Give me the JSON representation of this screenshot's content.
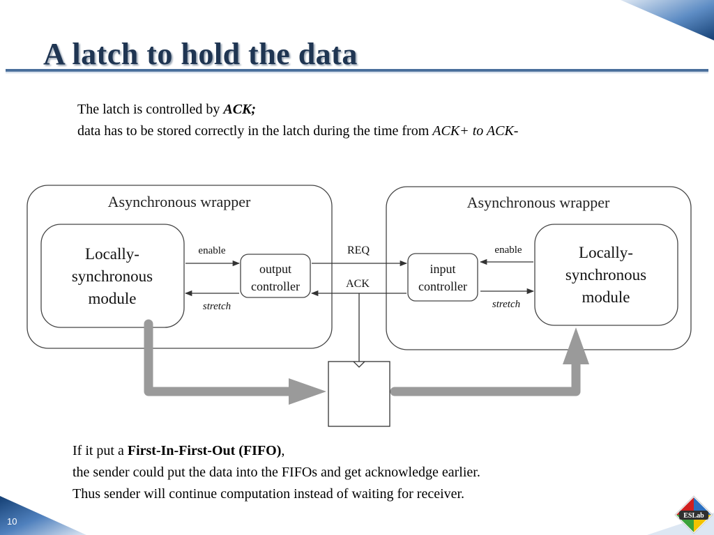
{
  "slide": {
    "title": "A latch to hold the data",
    "page_number": "10",
    "logo_text": "ESLab"
  },
  "intro": {
    "line1_prefix": "The latch is controlled by ",
    "line1_emph": "ACK;",
    "line2_prefix": "data has to be stored correctly in the latch during the time from ",
    "line2_emph1": "ACK+",
    "line2_mid": " to ",
    "line2_emph2": "ACK",
    "line2_suffix": "-"
  },
  "diagram": {
    "left_wrapper_label": "Asynchronous wrapper",
    "right_wrapper_label": "Asynchronous wrapper",
    "left_module": {
      "line1": "Locally-",
      "line2": "synchronous",
      "line3": "module"
    },
    "right_module": {
      "line1": "Locally-",
      "line2": "synchronous",
      "line3": "module"
    },
    "output_controller": {
      "line1": "output",
      "line2": "controller"
    },
    "input_controller": {
      "line1": "input",
      "line2": "controller"
    },
    "left_enable": "enable",
    "left_stretch": "stretch",
    "right_enable": "enable",
    "right_stretch": "stretch",
    "req": "REQ",
    "ack": "ACK"
  },
  "outro": {
    "line1_prefix": "If it put a ",
    "line1_bold": "First-In-First-Out (FIFO)",
    "line1_suffix": ",",
    "line2": "the sender could put the data into the FIFOs and get acknowledge earlier.",
    "line3": "Thus sender will continue computation instead of waiting for receiver."
  },
  "colors": {
    "title": "#1f3552",
    "rule": "#4a6f9c",
    "corner_dark": "#1c4f8c",
    "corner_light": "#dde7f3",
    "data_arrow": "#9a9a9a",
    "line": "#3a3a3a"
  }
}
